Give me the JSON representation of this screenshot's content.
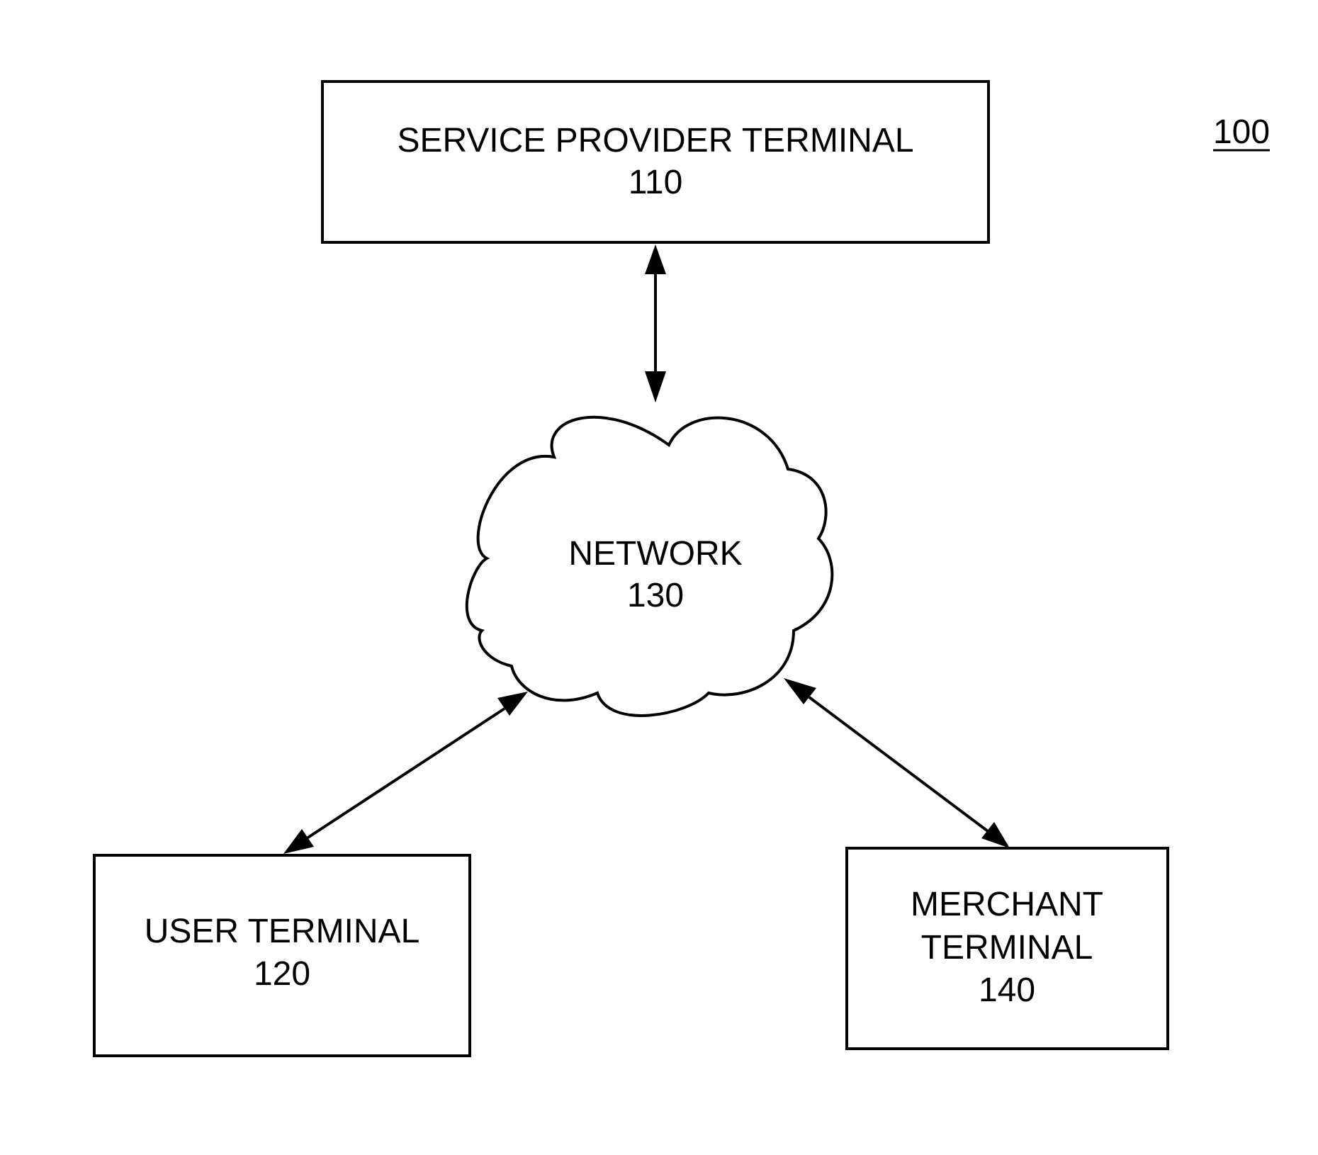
{
  "figure": {
    "ref_number": "100"
  },
  "nodes": {
    "service_provider": {
      "name": "SERVICE PROVIDER TERMINAL",
      "ref": "110"
    },
    "network": {
      "name": "NETWORK",
      "ref": "130"
    },
    "user": {
      "name": "USER TERMINAL",
      "ref": "120"
    },
    "merchant": {
      "name_line1": "MERCHANT",
      "name_line2": "TERMINAL",
      "ref": "140"
    }
  },
  "edges": [
    {
      "from": "service_provider",
      "to": "network",
      "direction": "bidirectional"
    },
    {
      "from": "network",
      "to": "user",
      "direction": "bidirectional"
    },
    {
      "from": "network",
      "to": "merchant",
      "direction": "bidirectional"
    }
  ],
  "colors": {
    "stroke": "#000000",
    "background": "#ffffff"
  }
}
